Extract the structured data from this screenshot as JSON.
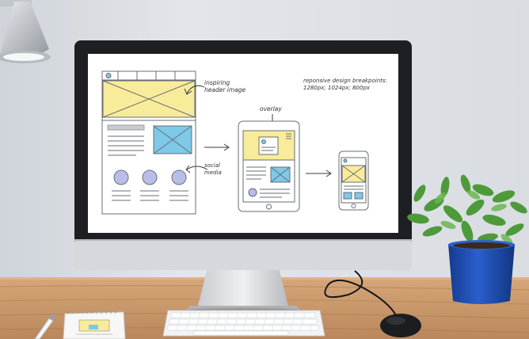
{
  "annotations": {
    "header_line1": "inspiring",
    "header_line2": "header image",
    "breakpoints_line1": "reponsive design breakpoints:",
    "breakpoints_line2": "1280px; 1024px; 800px",
    "overlay": "overlay",
    "social_line1": "social",
    "social_line2": "media"
  },
  "colors": {
    "wall": "#dfe3e8",
    "desk": "#c89a6e",
    "sketch_yellow": "#f8ec9a",
    "sketch_blue": "#7ec8e8",
    "sketch_circle": "#b9bde9",
    "pot_blue": "#1e4fb5",
    "plant_green": "#4e9a3a"
  }
}
